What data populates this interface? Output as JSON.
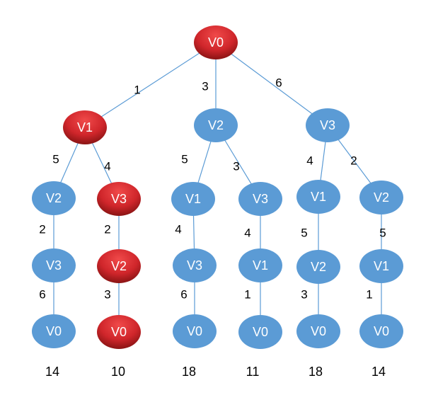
{
  "colors": {
    "blue_node": "#5b9bd5",
    "red_node": "#c0272d",
    "edge": "#5b9bd5",
    "text": "#000000"
  },
  "nodes": [
    {
      "label": "V0",
      "color": "red"
    },
    {
      "label": "V1",
      "color": "red"
    },
    {
      "label": "V2",
      "color": "blue"
    },
    {
      "label": "V3",
      "color": "blue"
    },
    {
      "label": "V2",
      "color": "blue"
    },
    {
      "label": "V3",
      "color": "red"
    },
    {
      "label": "V1",
      "color": "blue"
    },
    {
      "label": "V3",
      "color": "blue"
    },
    {
      "label": "V1",
      "color": "blue"
    },
    {
      "label": "V2",
      "color": "blue"
    },
    {
      "label": "V3",
      "color": "blue"
    },
    {
      "label": "V2",
      "color": "red"
    },
    {
      "label": "V3",
      "color": "blue"
    },
    {
      "label": "V1",
      "color": "blue"
    },
    {
      "label": "V2",
      "color": "blue"
    },
    {
      "label": "V1",
      "color": "blue"
    },
    {
      "label": "V0",
      "color": "blue"
    },
    {
      "label": "V0",
      "color": "red"
    },
    {
      "label": "V0",
      "color": "blue"
    },
    {
      "label": "V0",
      "color": "blue"
    },
    {
      "label": "V0",
      "color": "blue"
    },
    {
      "label": "V0",
      "color": "blue"
    }
  ],
  "edges": [
    {
      "from": 0,
      "to": 1,
      "weight": "1"
    },
    {
      "from": 0,
      "to": 2,
      "weight": "3"
    },
    {
      "from": 0,
      "to": 3,
      "weight": "6"
    },
    {
      "from": 1,
      "to": 4,
      "weight": "5"
    },
    {
      "from": 1,
      "to": 5,
      "weight": "4"
    },
    {
      "from": 2,
      "to": 6,
      "weight": "5"
    },
    {
      "from": 2,
      "to": 7,
      "weight": "3"
    },
    {
      "from": 3,
      "to": 8,
      "weight": "4"
    },
    {
      "from": 3,
      "to": 9,
      "weight": "2"
    },
    {
      "from": 4,
      "to": 10,
      "weight": "2"
    },
    {
      "from": 5,
      "to": 11,
      "weight": "2"
    },
    {
      "from": 6,
      "to": 12,
      "weight": "4"
    },
    {
      "from": 7,
      "to": 13,
      "weight": "4"
    },
    {
      "from": 8,
      "to": 14,
      "weight": "5"
    },
    {
      "from": 9,
      "to": 15,
      "weight": "5"
    },
    {
      "from": 10,
      "to": 16,
      "weight": "6"
    },
    {
      "from": 11,
      "to": 17,
      "weight": "3"
    },
    {
      "from": 12,
      "to": 18,
      "weight": "6"
    },
    {
      "from": 13,
      "to": 19,
      "weight": "1"
    },
    {
      "from": 14,
      "to": 20,
      "weight": "3"
    },
    {
      "from": 15,
      "to": 21,
      "weight": "1"
    }
  ],
  "path_totals": [
    "14",
    "10",
    "18",
    "11",
    "18",
    "14"
  ]
}
